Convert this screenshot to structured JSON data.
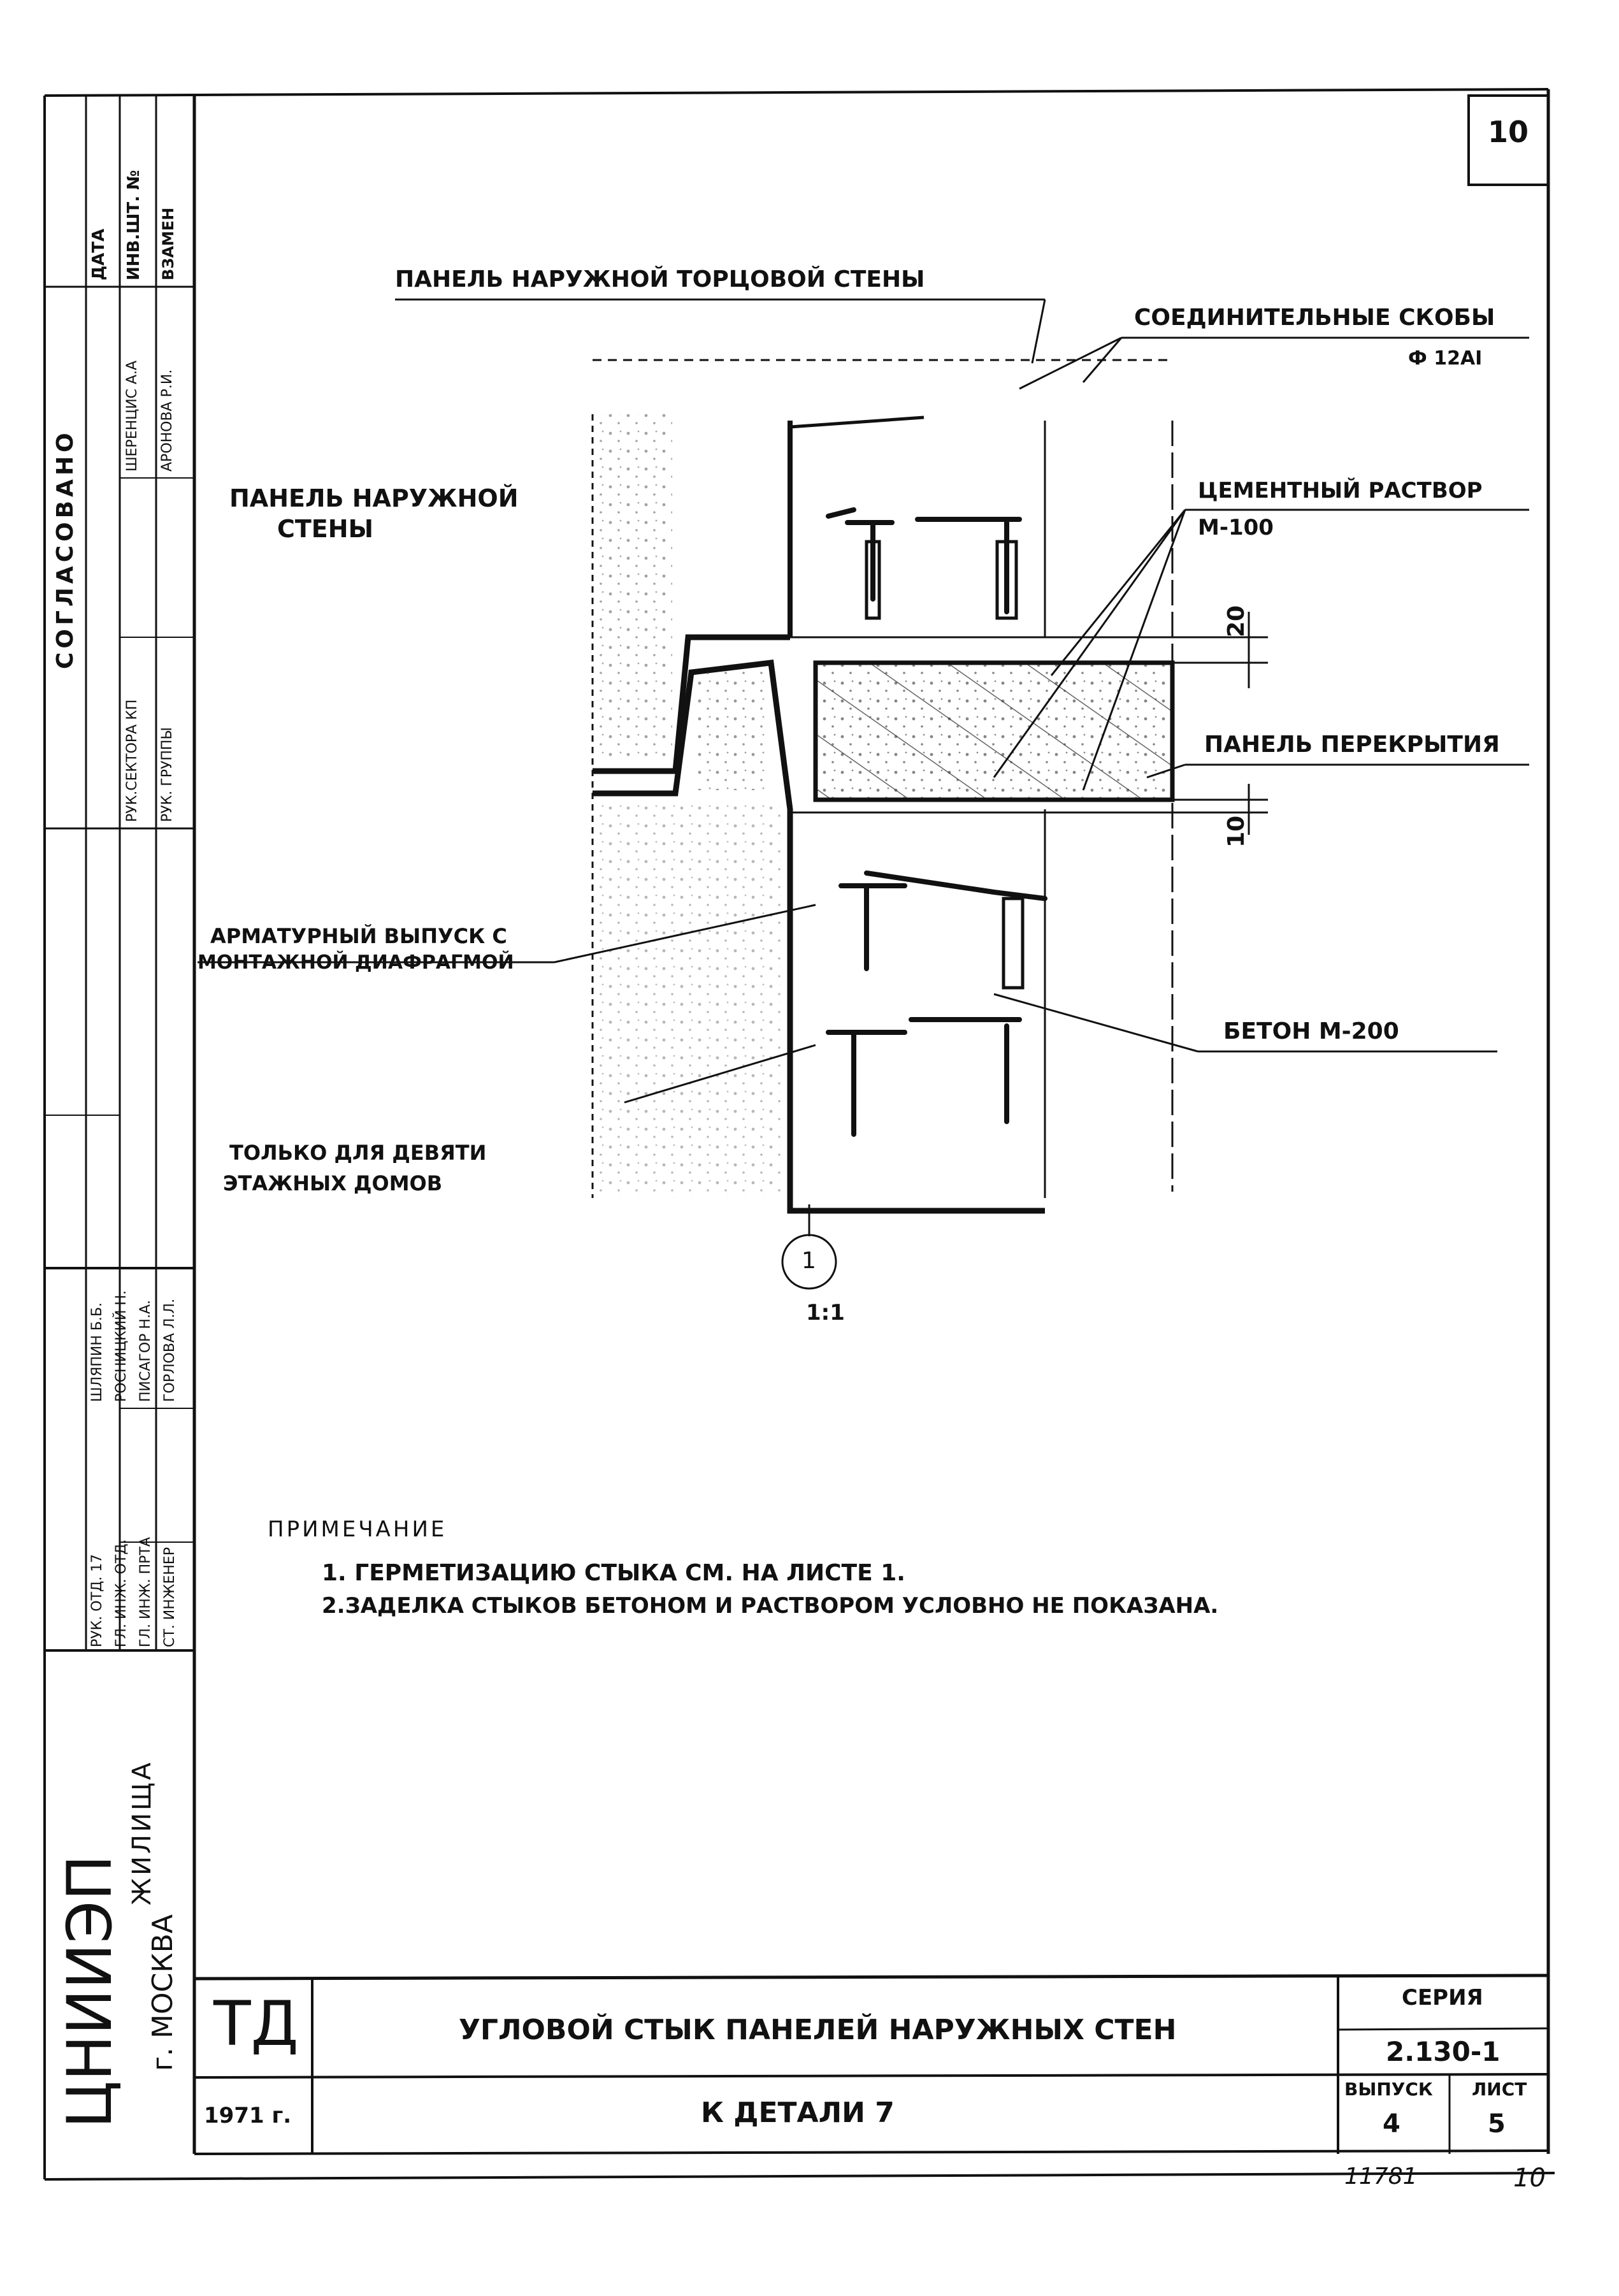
{
  "page_number": "10",
  "labels": {
    "end_wall_panel": "ПАНЕЛЬ НАРУЖНОЙ ТОРЦОВОЙ СТЕНЫ",
    "connecting_brackets": "СОЕДИНИТЕЛЬНЫЕ СКОБЫ",
    "bracket_diameter": "Ф 12АI",
    "outer_wall_panel_1": "ПАНЕЛЬ НАРУЖНОЙ",
    "outer_wall_panel_2": "СТЕНЫ",
    "cement_mortar": "ЦЕМЕНТНЫЙ РАСТВОР",
    "mortar_grade": "М-100",
    "floor_panel": "ПАНЕЛЬ ПЕРЕКРЫТИЯ",
    "rebar_outlet_1": "АРМАТУРНЫЙ ВЫПУСК С",
    "rebar_outlet_2": "МОНТАЖНОЙ ДИАФРАГМОЙ",
    "concrete": "БЕТОН М-200",
    "nine_storey_1": "ТОЛЬКО ДЛЯ ДЕВЯТИ",
    "nine_storey_2": "ЭТАЖНЫХ ДОМОВ",
    "dim_top": "20",
    "dim_bottom": "10",
    "section_marker": "1",
    "scale": "1:1"
  },
  "notes": {
    "heading": "ПРИМЕЧАНИЕ",
    "items": [
      "1. ГЕРМЕТИЗАЦИЮ СТЫКА СМ. НА ЛИСТЕ 1.",
      "2.ЗАДЕЛКА СТЫКОВ БЕТОНОМ И РАСТВОРОМ УСЛОВНО НЕ ПОКАЗАНА."
    ]
  },
  "title_block": {
    "org": "ЦНИИЭП",
    "org_sub": "ЖИЛИЩА",
    "city": "г. МОСКВА",
    "code": "ТД",
    "year": "1971 г.",
    "title": "УГЛОВОЙ СТЫК ПАНЕЛЕЙ НАРУЖНЫХ СТЕН",
    "subtitle": "К ДЕТАЛИ 7",
    "series_label": "СЕРИЯ",
    "series_value": "2.130-1",
    "issue_label": "ВЫПУСК",
    "issue_value": "4",
    "sheet_label": "ЛИСТ",
    "sheet_value": "5"
  },
  "stamp_top": {
    "h1": "ДАТА",
    "h2": "ИНВ.ШТ. №",
    "h3": "ВЗАМЕН",
    "agreed": "СОГЛАСОВАНО",
    "role1": "РУК.СЕКТОРА КП",
    "name1": "ШЕРЕНЦИС А.А",
    "role2": "РУК. ГРУППЫ",
    "name2": "АРОНОВА Р.И."
  },
  "stamp_bottom": {
    "role1": "РУК. ОТД. 17",
    "role2": "ГЛ. ИНЖ. ОТД.",
    "role3": "ГЛ. ИНЖ. ПРТА",
    "role4": "СТ. ИНЖЕНЕР",
    "name1": "ШЛЯПИН Б.Б.",
    "name2": "РОСНИЦКИЙ Н.",
    "name3": "ПИСАГОР Н.А.",
    "name4": "ГОРЛОВА Л.Л."
  },
  "footer_handwritten": {
    "left": "11781",
    "right": "10"
  }
}
